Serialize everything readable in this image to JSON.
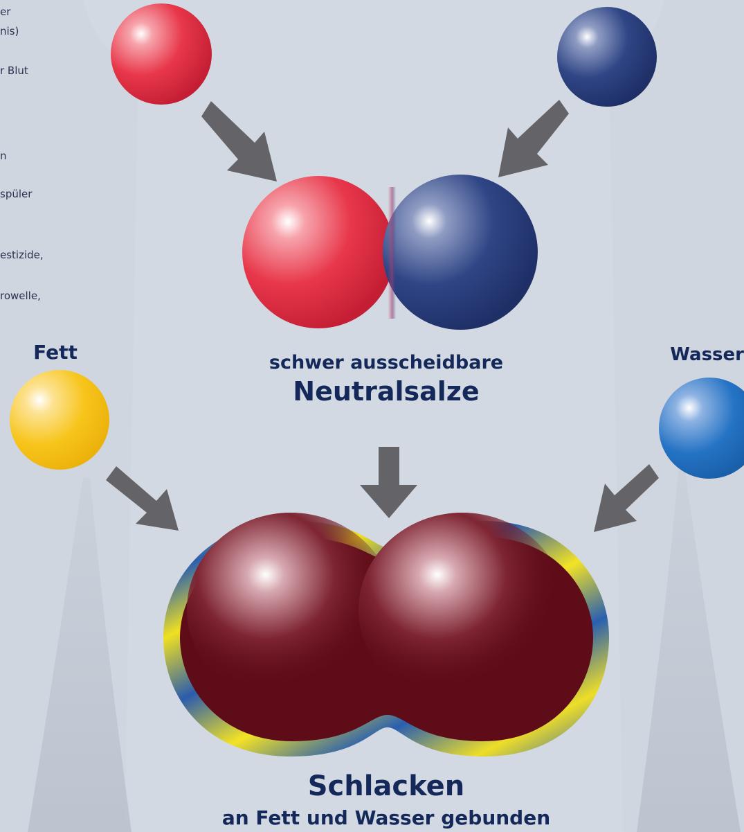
{
  "side_text": [
    "er",
    "nis)",
    "r Blut",
    "n",
    "spüler",
    "estizide,",
    "rowelle,"
  ],
  "labels": {
    "fett": "Fett",
    "wasser": "Wasser",
    "neutral_line1": "schwer ausscheidbare",
    "neutral_line2": "Neutralsalze",
    "schlacken_line1": "Schlacken",
    "schlacken_line2": "an Fett und Wasser gebunden"
  },
  "colors": {
    "acid_ball": "#e8374a",
    "base_ball": "#243873",
    "fat_ball": "#f7c51c",
    "water_ball": "#1f6fc0",
    "slag": "#5e0c18",
    "arrow": "#646468",
    "text": "#14285a"
  }
}
